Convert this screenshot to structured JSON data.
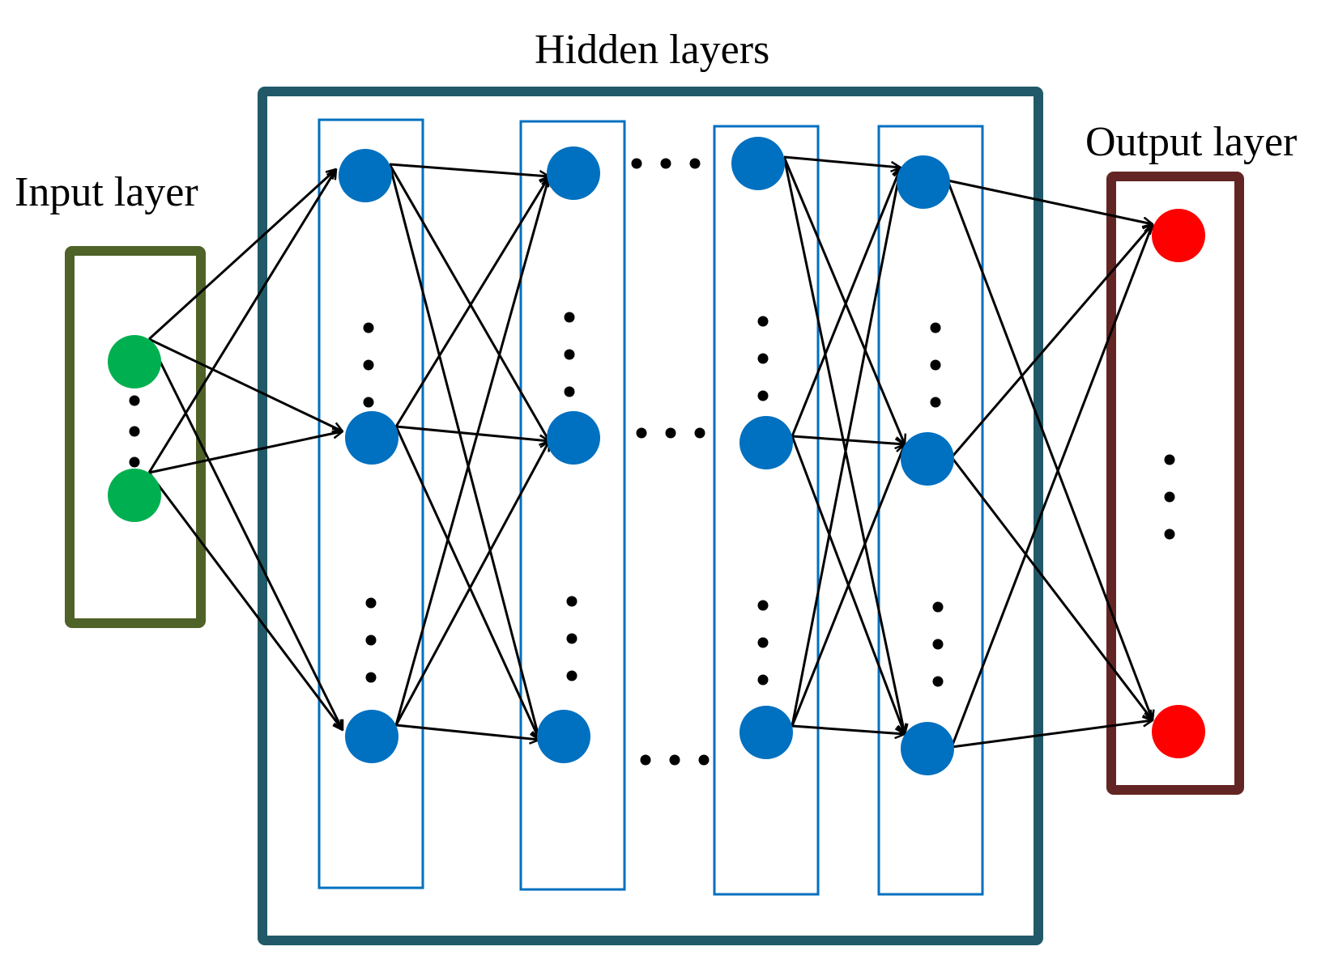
{
  "labels": {
    "hidden": "Hidden layers",
    "input": "Input layer",
    "output": "Output layer"
  },
  "colors": {
    "input_box": "#4f6228",
    "hidden_box": "#215968",
    "output_box": "#632523",
    "column_box": "#0070c0",
    "input_node": "#00b050",
    "hidden_node": "#0070c0",
    "output_node": "#ff0000",
    "edge": "#000000",
    "ellipsis_dot": "#000000"
  }
}
